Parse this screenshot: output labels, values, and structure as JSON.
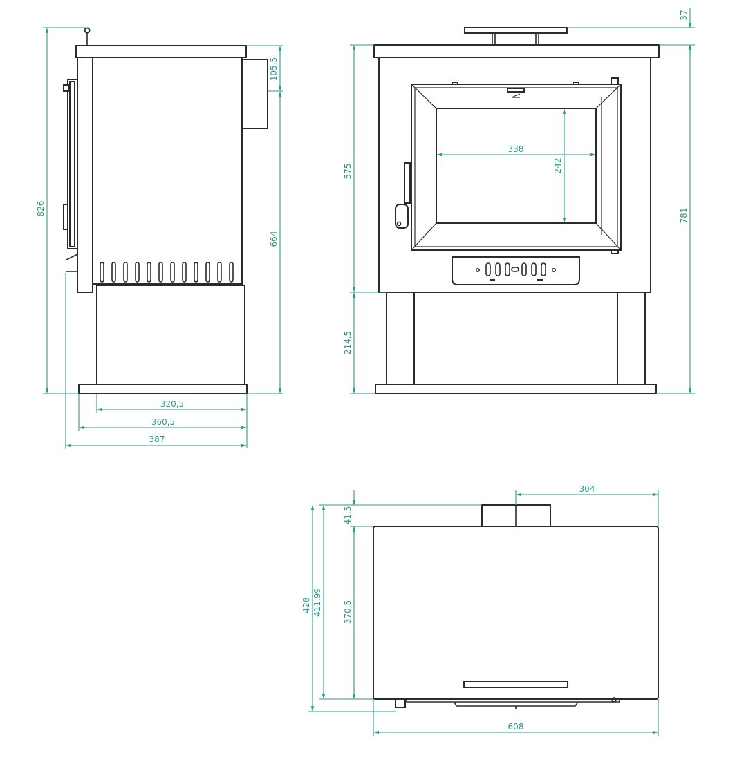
{
  "colors": {
    "outline": "#2b2b2b",
    "dimension": "#2a9a8c",
    "background": "#ffffff"
  },
  "side_view": {
    "total_height": "826",
    "pipe_height": "105,5",
    "body_height": "664",
    "base_depth": "320,5",
    "body_depth": "360,5",
    "total_depth": "387"
  },
  "front_view": {
    "top_offset": "37",
    "body_height": "575",
    "total_height": "781",
    "glass_width": "338",
    "glass_height": "242",
    "base_height": "214,5"
  },
  "top_view": {
    "flue_offset": "304",
    "pipe_depth": "41,5",
    "body_depth": "370,5",
    "depth_1": "411,99",
    "depth_2": "428",
    "width": "608"
  }
}
